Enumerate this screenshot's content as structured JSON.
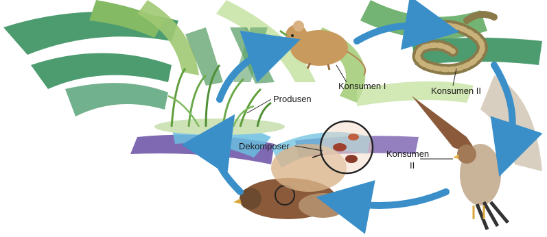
{
  "diagram": {
    "labels": {
      "produsen": "Produsen",
      "konsumen_1": "Konsumen I",
      "konsumen_2": "Konsumen II",
      "konsumen_3_line1": "Konsumen",
      "konsumen_3_line2": "II",
      "dekomposer": "Dekomposer"
    }
  },
  "colors": {
    "cycle_arrow": "#3a8fc9",
    "watermark_green_dark": "#2e8b57",
    "watermark_green_light": "#8fbf5a",
    "watermark_blue": "#4fb3d9",
    "watermark_purple": "#6a4ea6",
    "label_text": "#1a1a1a"
  },
  "icons": [
    "grass-icon",
    "mouse-icon",
    "snake-icon",
    "hawk-icon",
    "dead-hawk-icon",
    "decomposer-magnifier-icon"
  ]
}
